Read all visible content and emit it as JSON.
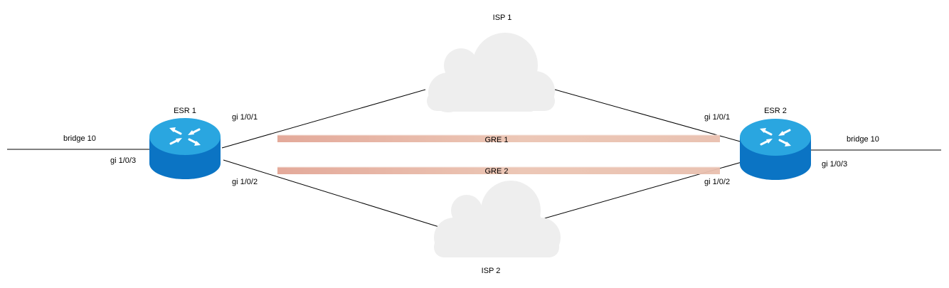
{
  "isp1": {
    "label": "ISP 1"
  },
  "isp2": {
    "label": "ISP 2"
  },
  "esr1": {
    "label": "ESR 1",
    "port_top": "gi 1/0/1",
    "port_bottom": "gi 1/0/2",
    "port_lan": "gi 1/0/3",
    "bridge": "bridge 10"
  },
  "esr2": {
    "label": "ESR 2",
    "port_top": "gi 1/0/1",
    "port_bottom": "gi 1/0/2",
    "port_lan": "gi 1/0/3",
    "bridge": "bridge 10"
  },
  "tunnels": [
    {
      "label": "GRE 1"
    },
    {
      "label": "GRE 2"
    }
  ],
  "colors": {
    "router_top": "#2AA6E0",
    "router_side": "#0B74C4",
    "cloud": "#EEEEEE",
    "tunnel_start": "#E2A595",
    "tunnel_end": "#EED2C2",
    "link": "#000000"
  }
}
